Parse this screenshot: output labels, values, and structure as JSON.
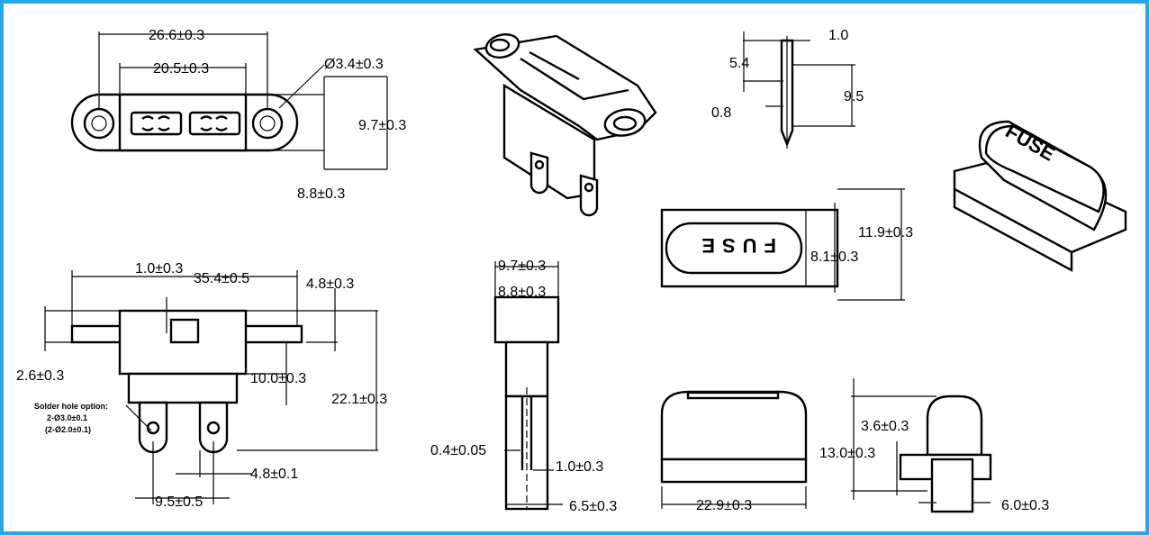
{
  "colors": {
    "frame": "#2aa6e0",
    "ink": "#000000",
    "paper": "#ffffff"
  },
  "dims": {
    "top_overall_width": "26.6±0.3",
    "top_inner_width": "20.5±0.3",
    "hole_dia": "Ø3.4±0.3",
    "top_height": "9.7±0.3",
    "top_height2": "8.8±0.3",
    "term_thk": "1.0",
    "term_54": "5.4",
    "term_08": "0.8",
    "term_95": "9.5",
    "side_10": "1.0±0.3",
    "side_len": "35.4±0.5",
    "side_48": "4.8±0.3",
    "side_26": "2.6±0.3",
    "side_100": "10.0±0.3",
    "side_221": "22.1±0.3",
    "solder_title": "Solder hole option:",
    "solder_a": "2-Ø3.0±0.1",
    "solder_b": "(2-Ø2.0±0.1)",
    "side_95": "9.5±0.5",
    "side_481": "4.8±0.1",
    "end_97": "9.7±0.3",
    "end_88": "8.8±0.3",
    "end_04": "0.4±0.05",
    "end_10": "1.0±0.3",
    "end_65": "6.5±0.3",
    "cap_119": "11.9±0.3",
    "cap_81": "8.1±0.3",
    "cap_fuse": "FUSE",
    "cap_229": "22.9±0.3",
    "cap_36": "3.6±0.3",
    "cap_130": "13.0±0.3",
    "cap_60": "6.0±0.3"
  }
}
